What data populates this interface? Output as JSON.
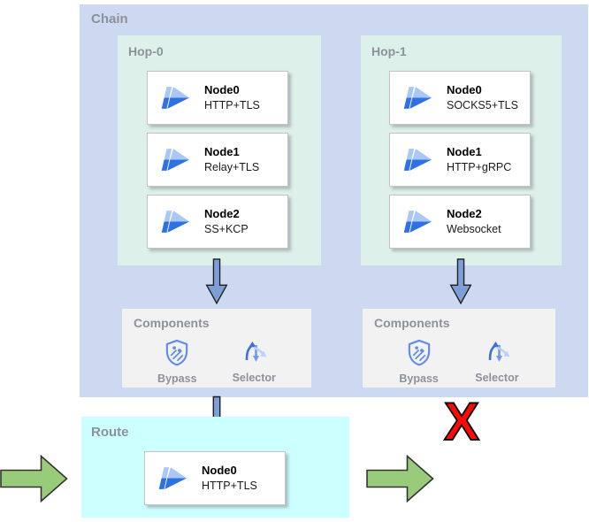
{
  "colors": {
    "chain_bg": "#ccd9f0",
    "hop_bg": "#ddf0ea",
    "components_bg": "#f2f2f2",
    "route_bg": "#ccffff",
    "arrow_blue": "#7e9fd6",
    "arrow_green": "#98cb7a",
    "reject_red": "#fb0a0a",
    "icon_blue": "#5f8ceb",
    "icon_dark": "#2f70e2",
    "icon_light": "#aac8f5",
    "label_gray": "#8c929c"
  },
  "icons": {
    "node": "double-arrow-icon",
    "bypass": "shield-dots-icon",
    "selector": "split-arrows-icon",
    "flow_down": "block-arrow-down-icon",
    "flow_right": "block-arrow-right-icon",
    "reject": "red-x-mark"
  },
  "chain": {
    "label": "Chain",
    "hops": [
      {
        "label": "Hop-0",
        "nodes": [
          {
            "name": "Node0",
            "protocol": "HTTP+TLS"
          },
          {
            "name": "Node1",
            "protocol": "Relay+TLS"
          },
          {
            "name": "Node2",
            "protocol": "SS+KCP"
          }
        ]
      },
      {
        "label": "Hop-1",
        "nodes": [
          {
            "name": "Node0",
            "protocol": "SOCKS5+TLS"
          },
          {
            "name": "Node1",
            "protocol": "HTTP+gRPC"
          },
          {
            "name": "Node2",
            "protocol": "Websocket"
          }
        ]
      }
    ]
  },
  "components": {
    "left": {
      "label": "Components",
      "items": [
        {
          "label": "Bypass"
        },
        {
          "label": "Selector"
        }
      ]
    },
    "right": {
      "label": "Components",
      "items": [
        {
          "label": "Bypass"
        },
        {
          "label": "Selector"
        }
      ]
    }
  },
  "route": {
    "label": "Route",
    "node": {
      "name": "Node0",
      "protocol": "HTTP+TLS"
    }
  },
  "reject_mark": "X"
}
